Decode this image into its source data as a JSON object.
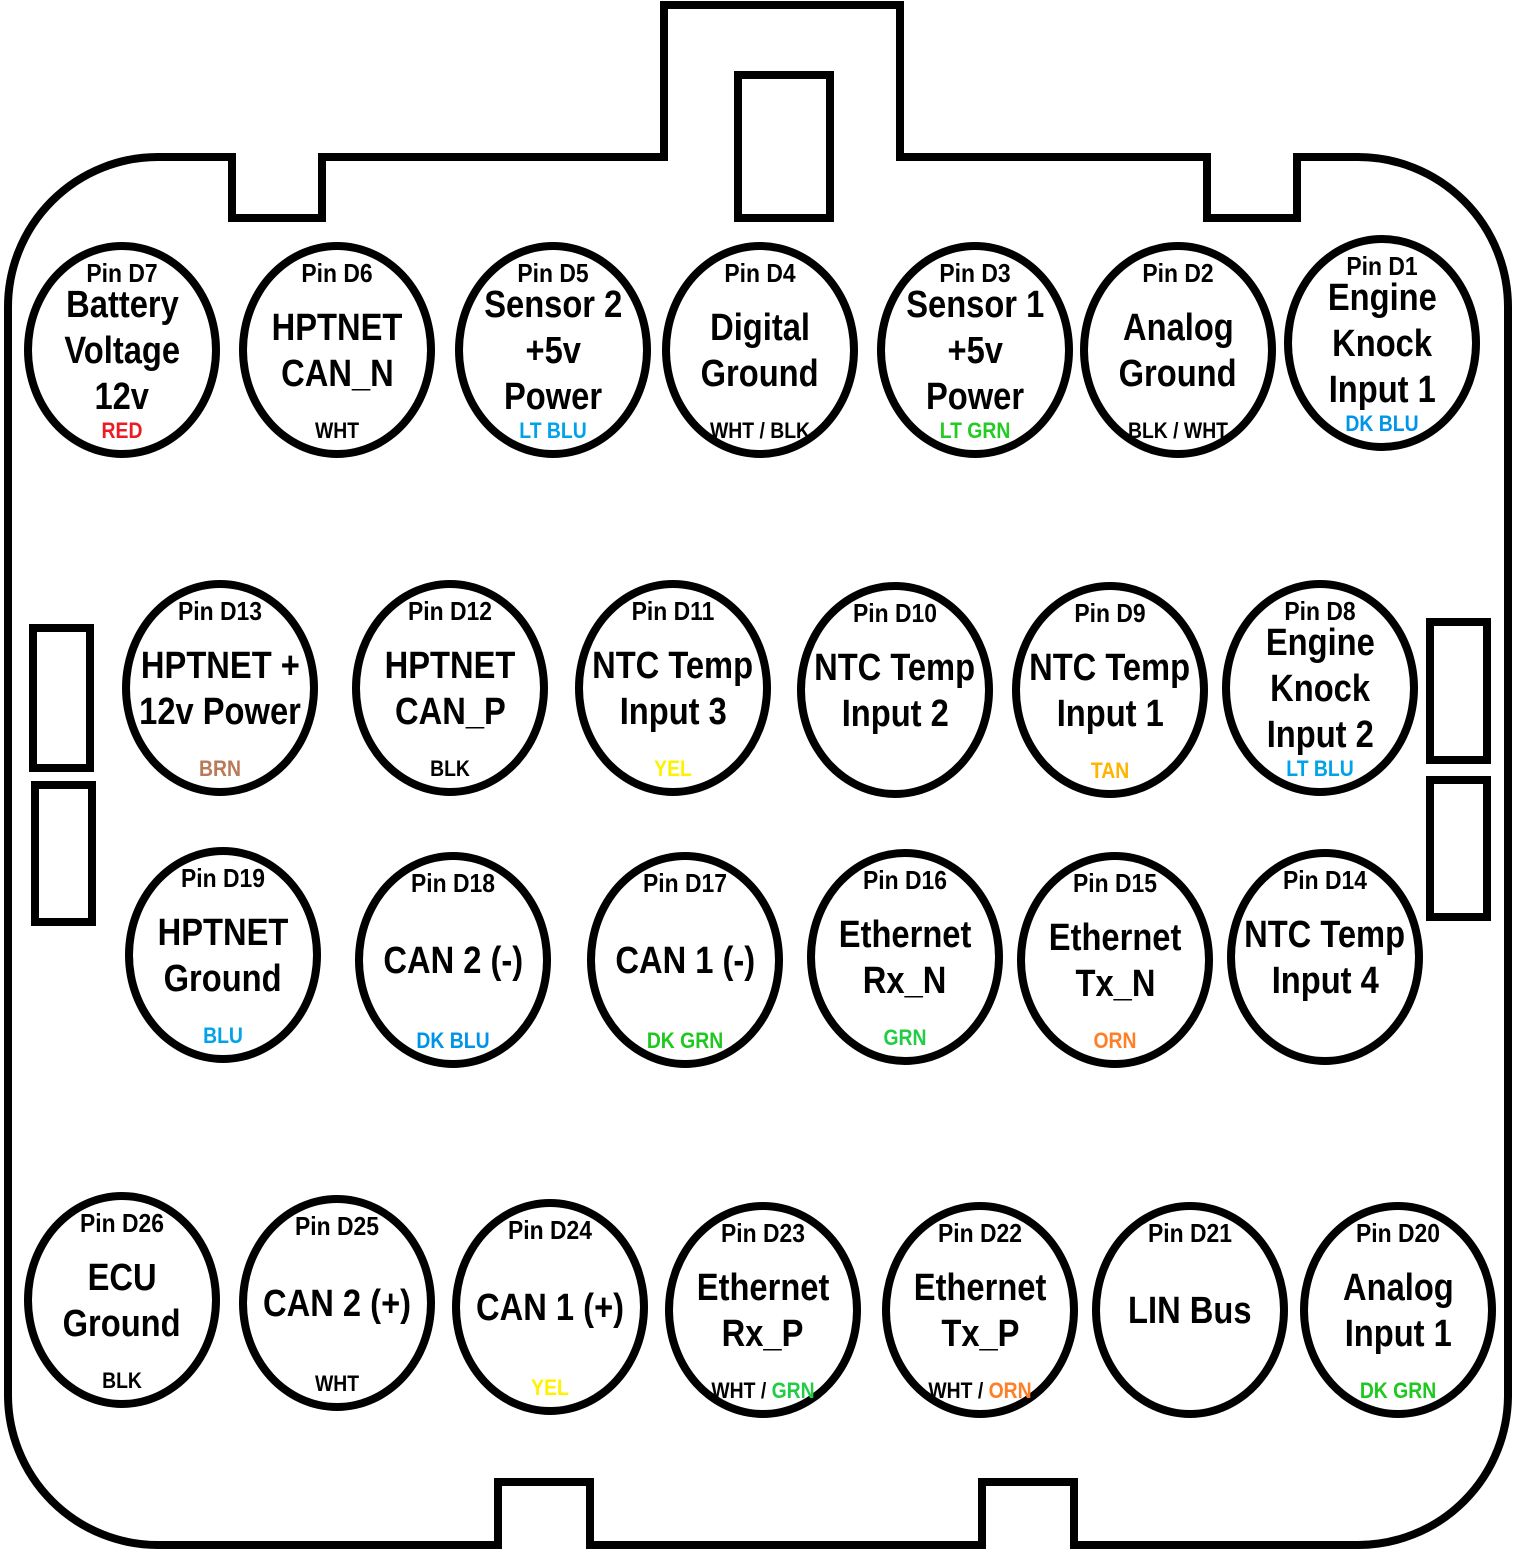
{
  "title": "Connector D Pinout",
  "colors": {
    "outline": "#000000",
    "RED": "#ec1c24",
    "WHT": "#000000",
    "BLK": "#000000",
    "LT BLU": "#00a2e8",
    "DK BLU": "#0094e8",
    "BLU": "#00a2e8",
    "LT GRN": "#22cc22",
    "DK GRN": "#1ec81e",
    "GRN": "#22cc44",
    "BRN": "#b97a57",
    "YEL": "#fff200",
    "TAN": "#ffb400",
    "ORN": "#ff7f27"
  },
  "pins": [
    {
      "pin": "Pin D7",
      "name": [
        "Battery",
        "Voltage",
        "12v"
      ],
      "wire": [
        {
          "text": "RED",
          "color": "RED"
        }
      ]
    },
    {
      "pin": "Pin D6",
      "name": [
        "HPTNET",
        "CAN_N"
      ],
      "wire": [
        {
          "text": "WHT",
          "color": "WHT"
        }
      ]
    },
    {
      "pin": "Pin D5",
      "name": [
        "Sensor 2",
        "+5v",
        "Power"
      ],
      "wire": [
        {
          "text": "LT BLU",
          "color": "LT BLU"
        }
      ]
    },
    {
      "pin": "Pin D4",
      "name": [
        "Digital",
        "Ground"
      ],
      "wire": [
        {
          "text": "WHT / BLK",
          "color": "BLK"
        }
      ]
    },
    {
      "pin": "Pin D3",
      "name": [
        "Sensor 1",
        "+5v",
        "Power"
      ],
      "wire": [
        {
          "text": "LT GRN",
          "color": "LT GRN"
        }
      ]
    },
    {
      "pin": "Pin D2",
      "name": [
        "Analog",
        "Ground"
      ],
      "wire": [
        {
          "text": "BLK / WHT",
          "color": "BLK"
        }
      ]
    },
    {
      "pin": "Pin D1",
      "name": [
        "Engine",
        "Knock",
        "Input 1"
      ],
      "wire": [
        {
          "text": "DK BLU",
          "color": "DK BLU"
        }
      ]
    },
    {
      "pin": "Pin D13",
      "name": [
        "HPTNET +",
        "12v Power"
      ],
      "wire": [
        {
          "text": "BRN",
          "color": "BRN"
        }
      ]
    },
    {
      "pin": "Pin D12",
      "name": [
        "HPTNET",
        "CAN_P"
      ],
      "wire": [
        {
          "text": "BLK",
          "color": "BLK"
        }
      ]
    },
    {
      "pin": "Pin D11",
      "name": [
        "NTC Temp",
        "Input 3"
      ],
      "wire": [
        {
          "text": "YEL",
          "color": "YEL"
        }
      ]
    },
    {
      "pin": "Pin D10",
      "name": [
        "NTC Temp",
        "Input 2"
      ],
      "wire": []
    },
    {
      "pin": "Pin D9",
      "name": [
        "NTC Temp",
        "Input 1"
      ],
      "wire": [
        {
          "text": "TAN",
          "color": "TAN"
        }
      ]
    },
    {
      "pin": "Pin D8",
      "name": [
        "Engine",
        "Knock",
        "Input 2"
      ],
      "wire": [
        {
          "text": "LT BLU",
          "color": "LT BLU"
        }
      ]
    },
    {
      "pin": "Pin D19",
      "name": [
        "HPTNET",
        "Ground"
      ],
      "wire": [
        {
          "text": "BLU",
          "color": "BLU"
        }
      ]
    },
    {
      "pin": "Pin D18",
      "name": [
        "CAN 2 (-)"
      ],
      "wire": [
        {
          "text": "DK BLU",
          "color": "DK BLU"
        }
      ]
    },
    {
      "pin": "Pin D17",
      "name": [
        "CAN 1 (-)"
      ],
      "wire": [
        {
          "text": "DK GRN",
          "color": "DK GRN"
        }
      ]
    },
    {
      "pin": "Pin D16",
      "name": [
        "Ethernet",
        "Rx_N"
      ],
      "wire": [
        {
          "text": "GRN",
          "color": "GRN"
        }
      ]
    },
    {
      "pin": "Pin D15",
      "name": [
        "Ethernet",
        "Tx_N"
      ],
      "wire": [
        {
          "text": "ORN",
          "color": "ORN"
        }
      ]
    },
    {
      "pin": "Pin D14",
      "name": [
        "NTC Temp",
        "Input 4"
      ],
      "wire": []
    },
    {
      "pin": "Pin D26",
      "name": [
        "ECU",
        "Ground"
      ],
      "wire": [
        {
          "text": "BLK",
          "color": "BLK"
        }
      ]
    },
    {
      "pin": "Pin D25",
      "name": [
        "CAN 2 (+)"
      ],
      "wire": [
        {
          "text": "WHT",
          "color": "WHT"
        }
      ]
    },
    {
      "pin": "Pin D24",
      "name": [
        "CAN 1 (+)"
      ],
      "wire": [
        {
          "text": "YEL",
          "color": "YEL"
        }
      ]
    },
    {
      "pin": "Pin D23",
      "name": [
        "Ethernet",
        "Rx_P"
      ],
      "wire": [
        {
          "text": "WHT / ",
          "color": "WHT"
        },
        {
          "text": "GRN",
          "color": "GRN"
        }
      ]
    },
    {
      "pin": "Pin D22",
      "name": [
        "Ethernet",
        "Tx_P"
      ],
      "wire": [
        {
          "text": "WHT / ",
          "color": "WHT"
        },
        {
          "text": "ORN",
          "color": "ORN"
        }
      ]
    },
    {
      "pin": "Pin D21",
      "name": [
        "LIN Bus"
      ],
      "wire": []
    },
    {
      "pin": "Pin D20",
      "name": [
        "Analog",
        "Input 1"
      ],
      "wire": [
        {
          "text": "DK GRN",
          "color": "DK GRN"
        }
      ]
    }
  ]
}
